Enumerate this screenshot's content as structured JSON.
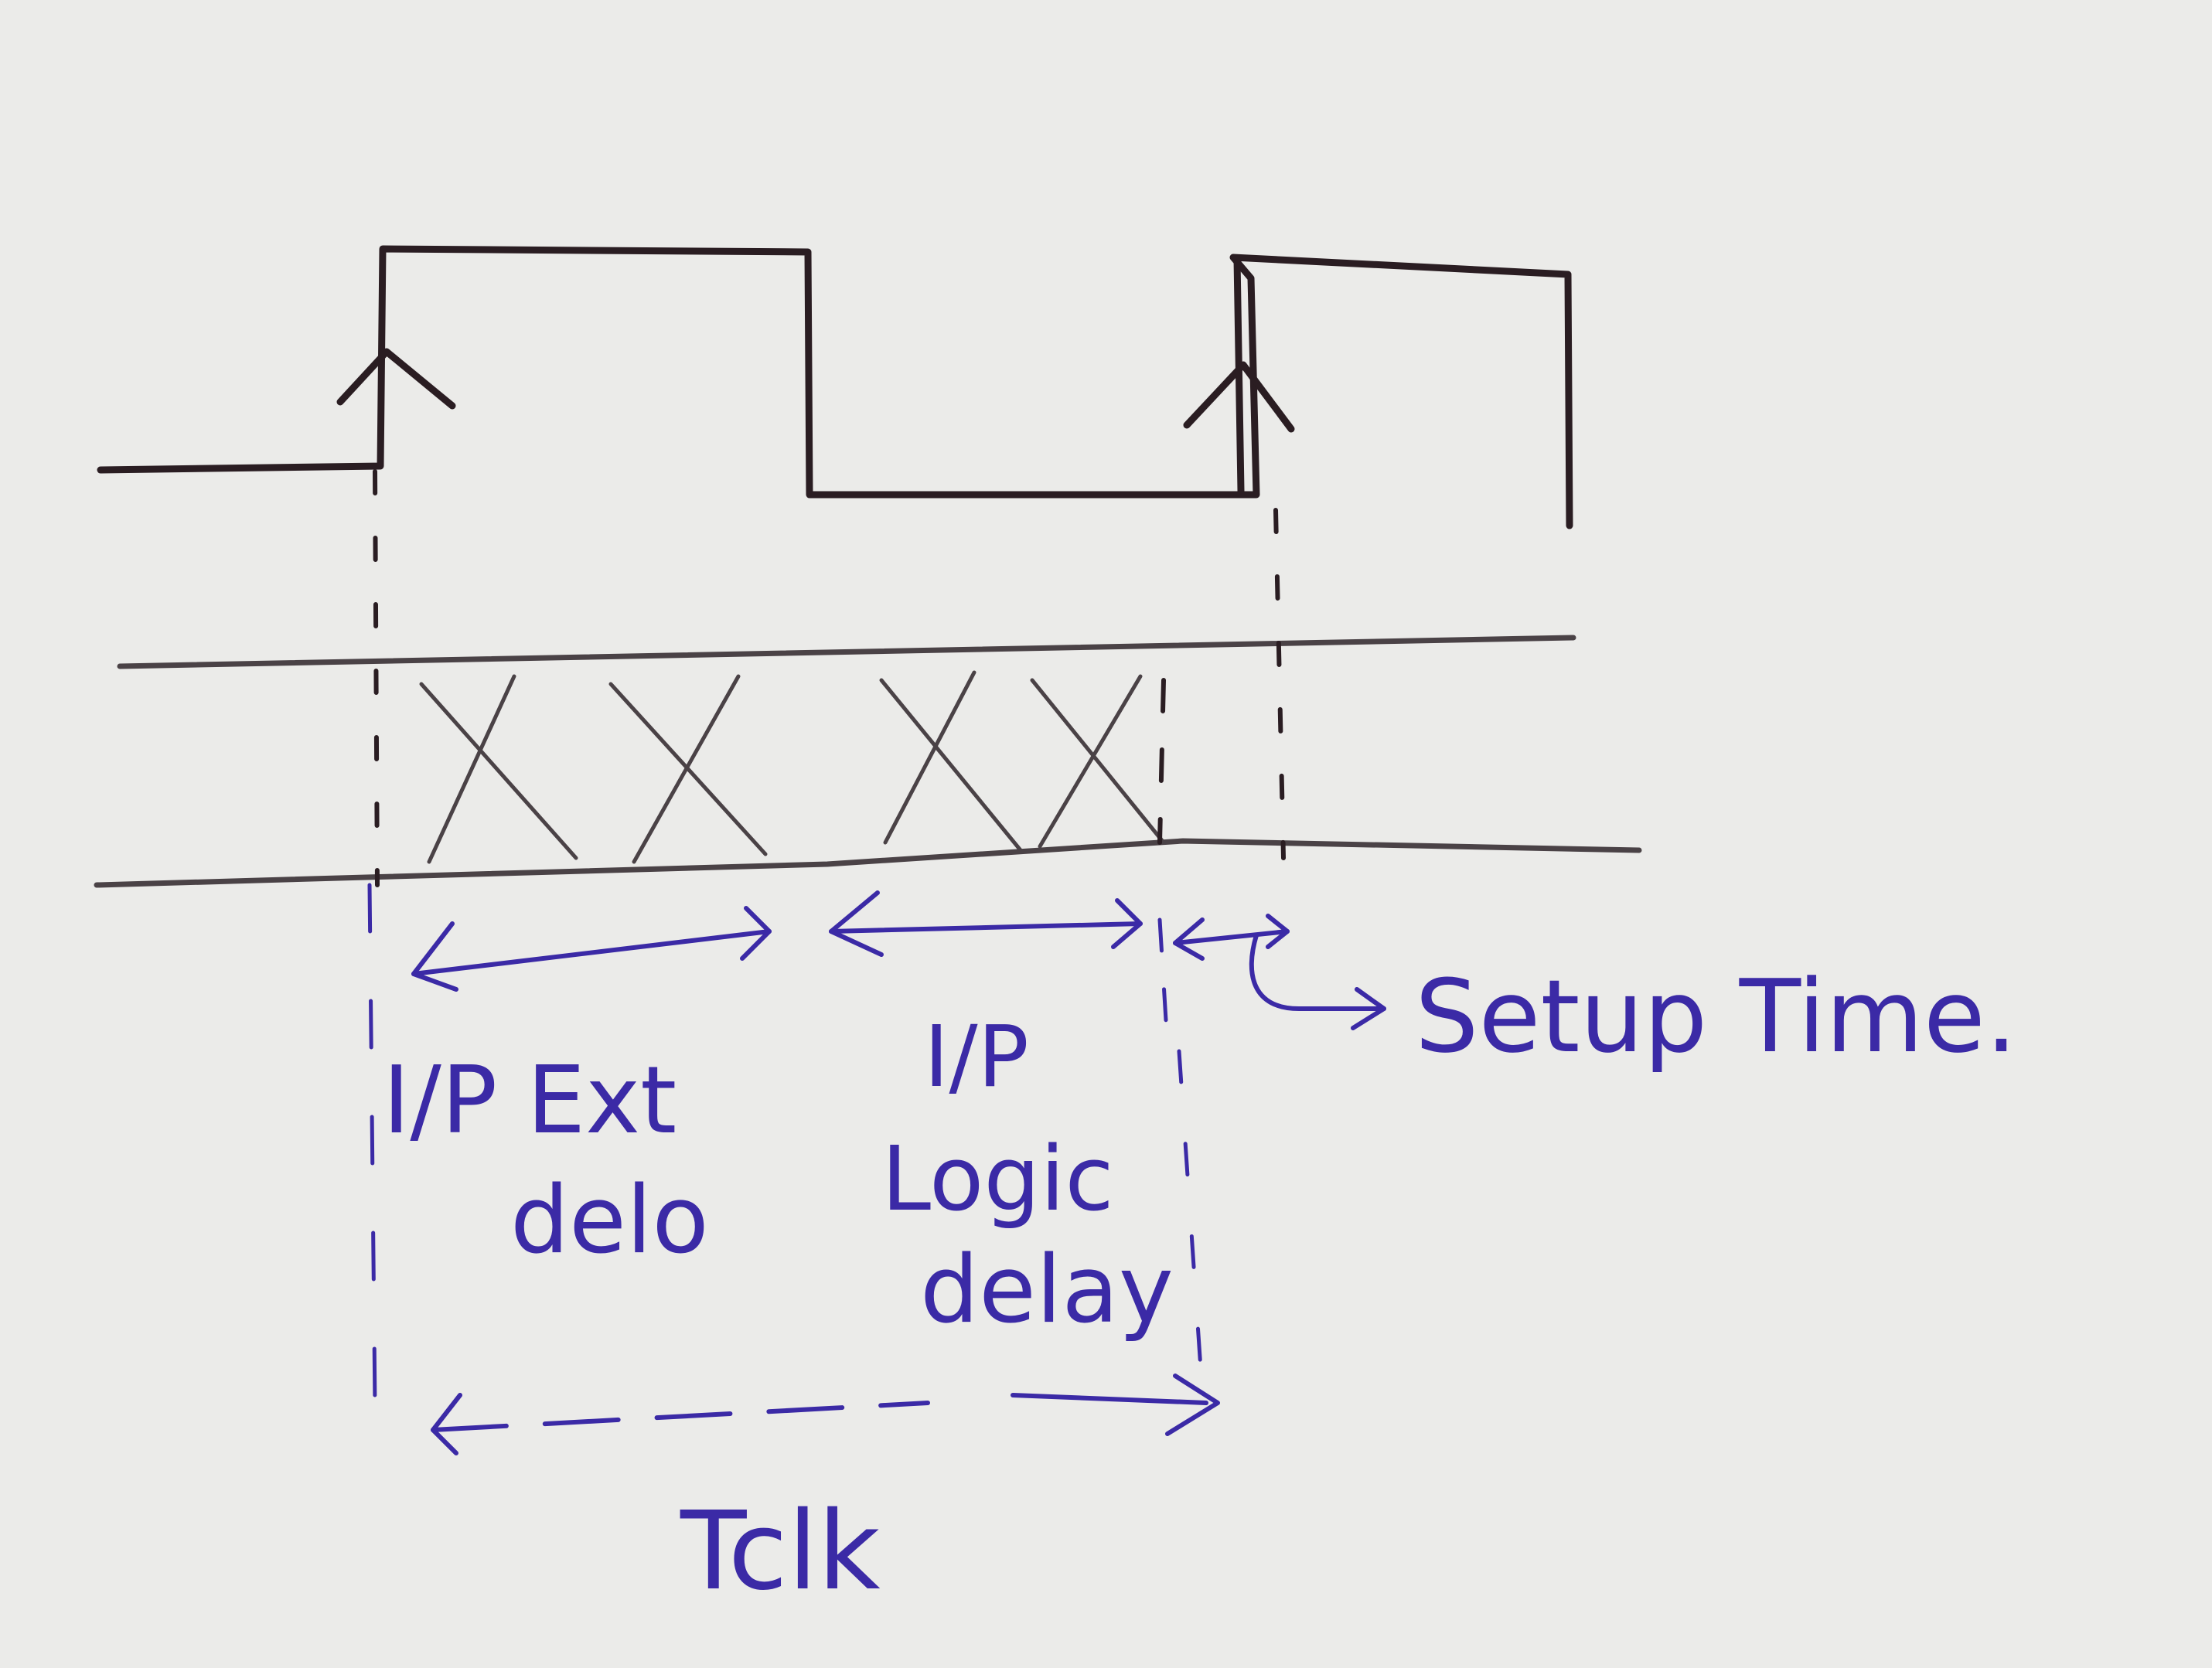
{
  "diagram": {
    "ink_color": "#2a1d22",
    "pen_color": "#3b2aa6",
    "paper_color": "#ebebe9",
    "labels": {
      "ip_ext_line1": "I/P Ext",
      "ip_ext_line2": "delo",
      "ip_logic_line1": "I/P",
      "ip_logic_line2": "Logic",
      "ip_logic_line3": "delay",
      "setup_time": "Setup Time.",
      "tclk": "Tclk"
    }
  }
}
